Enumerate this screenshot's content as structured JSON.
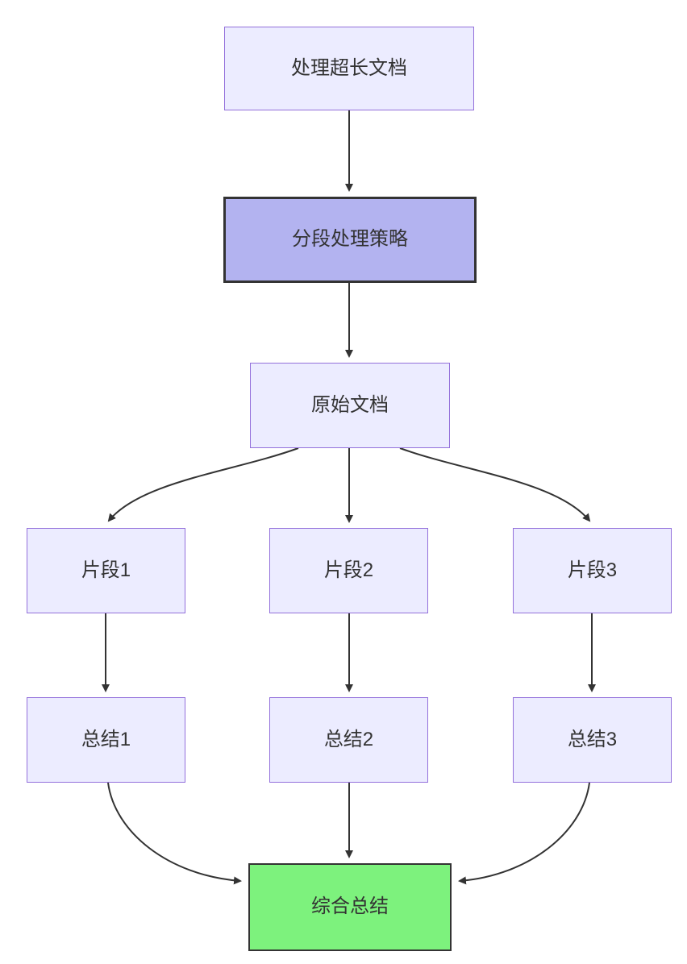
{
  "diagram": {
    "type": "flowchart",
    "direction": "top-down",
    "nodes": {
      "process_long_doc": {
        "label": "处理超长文档"
      },
      "segment_strategy": {
        "label": "分段处理策略"
      },
      "original_doc": {
        "label": "原始文档"
      },
      "fragment_1": {
        "label": "片段1"
      },
      "fragment_2": {
        "label": "片段2"
      },
      "fragment_3": {
        "label": "片段3"
      },
      "summary_1": {
        "label": "总结1"
      },
      "summary_2": {
        "label": "总结2"
      },
      "summary_3": {
        "label": "总结3"
      },
      "final_summary": {
        "label": "综合总结"
      }
    },
    "edges": [
      {
        "from": "process_long_doc",
        "to": "segment_strategy"
      },
      {
        "from": "segment_strategy",
        "to": "original_doc"
      },
      {
        "from": "original_doc",
        "to": "fragment_1"
      },
      {
        "from": "original_doc",
        "to": "fragment_2"
      },
      {
        "from": "original_doc",
        "to": "fragment_3"
      },
      {
        "from": "fragment_1",
        "to": "summary_1"
      },
      {
        "from": "fragment_2",
        "to": "summary_2"
      },
      {
        "from": "fragment_3",
        "to": "summary_3"
      },
      {
        "from": "summary_1",
        "to": "final_summary"
      },
      {
        "from": "summary_2",
        "to": "final_summary"
      },
      {
        "from": "summary_3",
        "to": "final_summary"
      }
    ],
    "colors": {
      "background": "#ffffff",
      "node_fill": "#ECECFF",
      "node_border": "#9370DB",
      "strategy_fill": "#b3b3f0",
      "strategy_border": "#333333",
      "final_fill": "#7df27d",
      "final_border": "#333333",
      "arrow": "#333333",
      "text": "#333333"
    }
  }
}
